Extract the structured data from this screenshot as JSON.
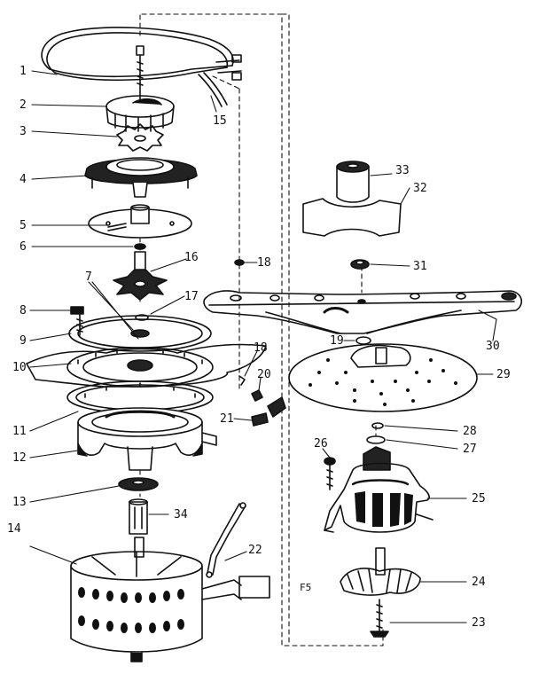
{
  "callouts": [
    {
      "id": "c1",
      "text": "1"
    },
    {
      "id": "c2",
      "text": "2"
    },
    {
      "id": "c3",
      "text": "3"
    },
    {
      "id": "c4",
      "text": "4"
    },
    {
      "id": "c5",
      "text": "5"
    },
    {
      "id": "c6",
      "text": "6"
    },
    {
      "id": "c7",
      "text": "7"
    },
    {
      "id": "c8",
      "text": "8"
    },
    {
      "id": "c9",
      "text": "9"
    },
    {
      "id": "c10",
      "text": "10"
    },
    {
      "id": "c11",
      "text": "11"
    },
    {
      "id": "c12",
      "text": "12"
    },
    {
      "id": "c13",
      "text": "13"
    },
    {
      "id": "c14",
      "text": "14"
    },
    {
      "id": "c15",
      "text": "15"
    },
    {
      "id": "c16",
      "text": "16"
    },
    {
      "id": "c17",
      "text": "17"
    },
    {
      "id": "c18a",
      "text": "18"
    },
    {
      "id": "c18b",
      "text": "18"
    },
    {
      "id": "c19",
      "text": "19"
    },
    {
      "id": "c20",
      "text": "20"
    },
    {
      "id": "c21",
      "text": "21"
    },
    {
      "id": "c22",
      "text": "22"
    },
    {
      "id": "c23",
      "text": "23"
    },
    {
      "id": "c24",
      "text": "24"
    },
    {
      "id": "c25",
      "text": "25"
    },
    {
      "id": "c26",
      "text": "26"
    },
    {
      "id": "c27",
      "text": "27"
    },
    {
      "id": "c28",
      "text": "28"
    },
    {
      "id": "c29",
      "text": "29"
    },
    {
      "id": "c30",
      "text": "30"
    },
    {
      "id": "c31",
      "text": "31"
    },
    {
      "id": "c32",
      "text": "32"
    },
    {
      "id": "c33",
      "text": "33"
    },
    {
      "id": "c34",
      "text": "34"
    }
  ],
  "drawing_code": "F5"
}
